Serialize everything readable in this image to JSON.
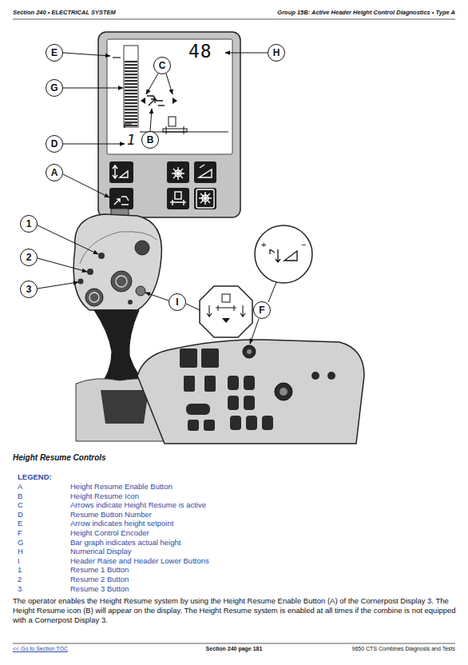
{
  "diagram": {
    "caption": "Height Resume Controls",
    "nodes": [
      {
        "text": [
          "E"
        ]
      },
      {
        "text": [
          "G"
        ]
      },
      {
        "text": [
          "C"
        ]
      },
      {
        "text": [
          "H"
        ]
      },
      {
        "text": [
          "D"
        ]
      },
      {
        "text": [
          "B"
        ]
      },
      {
        "text": [
          "A"
        ]
      },
      {
        "text": [
          "1"
        ]
      },
      {
        "text": [
          "2"
        ]
      },
      {
        "text": [
          "3"
        ]
      },
      {
        "text": [
          "I"
        ]
      },
      {
        "text": [
          "F"
        ]
      }
    ],
    "labels": [
      "Section 240 • ELECTRICAL SYSTEM",
      "Group 15B: Active Header Height Control Diagnostics • Type A",
      "48",
      "1",
      "+",
      "−",
      "LEGEND:",
      "A",
      "Height Resume Enable Button",
      "B",
      "Height Resume Icon",
      "C",
      "Arrows indicate Height Resume is active",
      "D",
      "Resume Button Number",
      "E",
      "Arrow indicates height setpoint",
      "F",
      "Height Control Encoder",
      "G",
      "Bar graph indicates actual height",
      "H",
      "Numerical Display",
      "I",
      "Header Raise and Header Lower Buttons",
      "1",
      "Resume 1 Button",
      "2",
      "Resume 2 Button",
      "3",
      "Resume 3 Button",
      "The operator enables the Height Resume system by using the Height Resume Enable Button (A) of the Cornerpost Display 3. The Height Resume icon (B) will appear on the display. The Height Resume system is enabled at all times if the combine is not equipped with a Cornerpost Display 3.",
      "<< Go to Section TOC",
      "Section 240 page 181",
      "9650 CTS Combines Diagnosis and Tests"
    ]
  }
}
